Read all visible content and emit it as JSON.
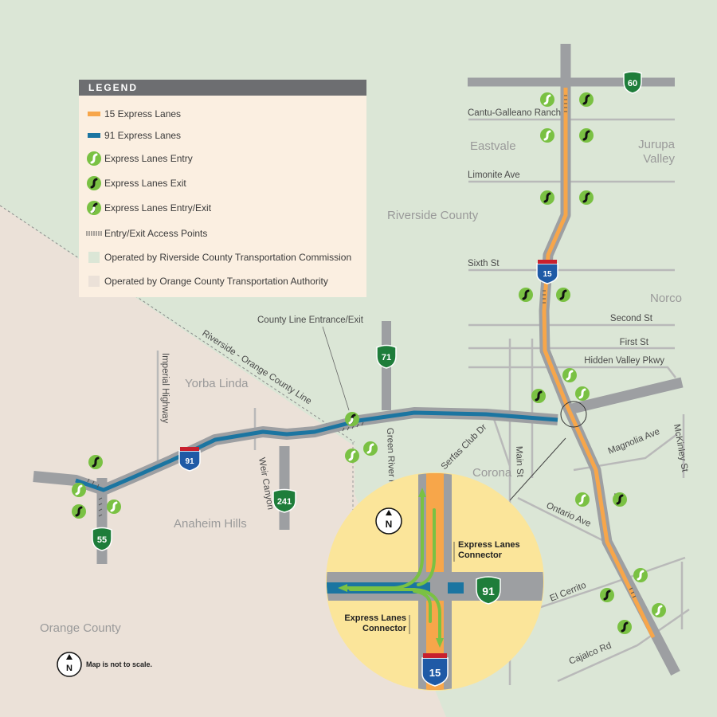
{
  "legend": {
    "title": "LEGEND",
    "items": [
      {
        "symbol": "orange-line",
        "label": "15 Express Lanes"
      },
      {
        "symbol": "blue-line",
        "label": "91 Express Lanes"
      },
      {
        "symbol": "entry-icon",
        "label": "Express Lanes Entry"
      },
      {
        "symbol": "exit-icon",
        "label": "Express Lanes Exit"
      },
      {
        "symbol": "entry-exit-icon",
        "label": "Express Lanes Entry/Exit"
      },
      {
        "symbol": "access-points",
        "label": "Entry/Exit Access Points"
      },
      {
        "symbol": "rctc-area",
        "label": "Operated by Riverside County Transportation Commission"
      },
      {
        "symbol": "octa-area",
        "label": "Operated by Orange County Transportation Authority"
      }
    ]
  },
  "colors": {
    "rctc_area": "#dbe6d6",
    "octa_area": "#ebe1d8",
    "express_15": "#f7a64a",
    "express_91": "#1b75a1",
    "road": "#9d9fa2",
    "shield_green": "#1e7d3a",
    "interstate_blue": "#1f5aa6",
    "inset_yellow": "#fbe59a",
    "arrow_green": "#7ac143"
  },
  "regions": {
    "riverside_county": "Riverside County",
    "orange_county": "Orange County",
    "eastvale": "Eastvale",
    "jurupa": "Jurupa",
    "valley": "Valley",
    "norco": "Norco",
    "corona": "Corona",
    "yorba_linda": "Yorba Linda",
    "anaheim_hills": "Anaheim Hills"
  },
  "roads": {
    "cantu": "Cantu-Galleano Ranch",
    "limonite": "Limonite Ave",
    "sixth": "Sixth St",
    "second": "Second St",
    "first": "First St",
    "hidden_valley": "Hidden Valley Pkwy",
    "magnolia": "Magnolia Ave",
    "mckinley": "McKinley St",
    "ontario": "Ontario Ave",
    "el_cerrito": "El Cerrito",
    "cajalco": "Cajalco Rd",
    "main": "Main St",
    "serfas": "Serfas Club Dr",
    "green_river": "Green River Rd",
    "weir": "Weir Canyon",
    "imperial": "Imperial Highway",
    "county_line": "Riverside - Orange County Line",
    "county_line_entrance": "County Line Entrance/Exit"
  },
  "shields": {
    "sr60": "60",
    "sr71": "71",
    "sr241": "241",
    "sr55": "55",
    "i15": "15",
    "i91": "91",
    "inset_91": "91",
    "inset_15": "15"
  },
  "inset": {
    "connector_top_1": "Express Lanes",
    "connector_top_2": "Connector",
    "connector_bottom_1": "Express Lanes",
    "connector_bottom_2": "Connector",
    "north": "N"
  },
  "footer": {
    "north": "N",
    "note": "Map is not to scale."
  }
}
